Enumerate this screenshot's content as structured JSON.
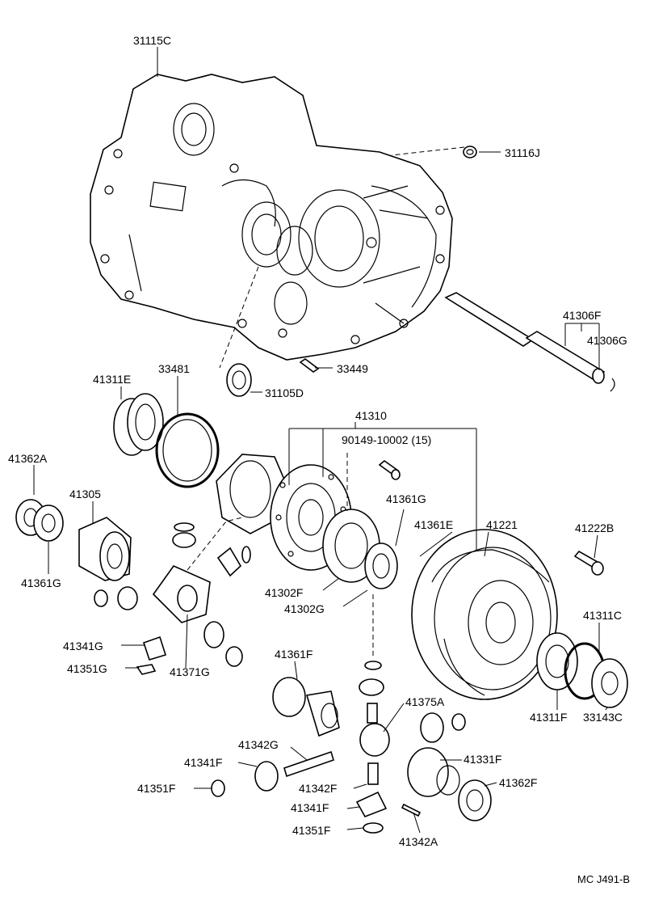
{
  "labels": {
    "l31115C": "31115C",
    "l31116J": "31116J",
    "l41306F": "41306F",
    "l41306G": "41306G",
    "l33449": "33449",
    "l31105D": "31105D",
    "l41311E": "41311E",
    "l33481": "33481",
    "l41310": "41310",
    "l90149": "90149-10002 (15)",
    "l41362A": "41362A",
    "l41305": "41305",
    "l41361G_left": "41361G",
    "l41361G_mid": "41361G",
    "l41361E": "41361E",
    "l41221": "41221",
    "l41222B": "41222B",
    "l41302F": "41302F",
    "l41302G": "41302G",
    "l41311C": "41311C",
    "l41341G": "41341G",
    "l41351G": "41351G",
    "l41371G": "41371G",
    "l41361F": "41361F",
    "l41311F": "41311F",
    "l33143C": "33143C",
    "l41375A": "41375A",
    "l41342G": "41342G",
    "l41341F_left": "41341F",
    "l41331F": "41331F",
    "l41351F_left": "41351F",
    "l41342F": "41342F",
    "l41362F": "41362F",
    "l41341F_bottom": "41341F",
    "l41351F_bottom": "41351F",
    "l41342A": "41342A",
    "code": "MC J491-B"
  }
}
